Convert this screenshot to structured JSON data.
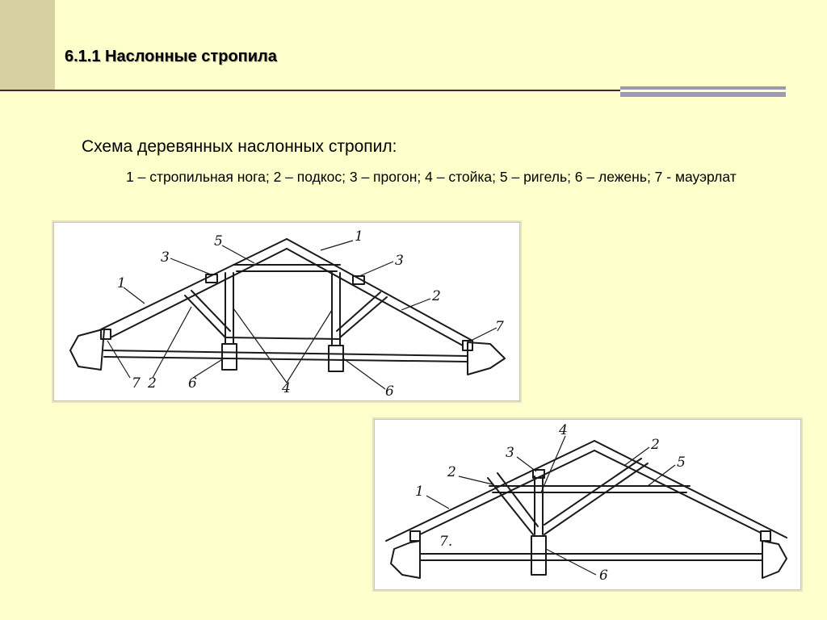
{
  "slide": {
    "title": "6.1.1 Наслонные стропила",
    "heading": "Схема деревянных наслонных стропил:",
    "legend": "1 – стропильная нога; 2 – подкос; 3 – прогон; 4 – стойка; 5 – ригель; 6 – лежень; 7 - мауэрлат"
  },
  "figure1": {
    "labels": [
      "1",
      "5",
      "3",
      "3",
      "1",
      "2",
      "7",
      "7",
      "2",
      "6",
      "4",
      "6"
    ]
  },
  "figure2": {
    "labels": [
      "4",
      "2",
      "3",
      "5",
      "2",
      "1",
      "7.",
      "6"
    ]
  },
  "colors": {
    "background": "#FFFFCC",
    "side_bar": "#D6D1A3",
    "rule": "#4A2439",
    "accent_rule": "#9C9AB0"
  }
}
